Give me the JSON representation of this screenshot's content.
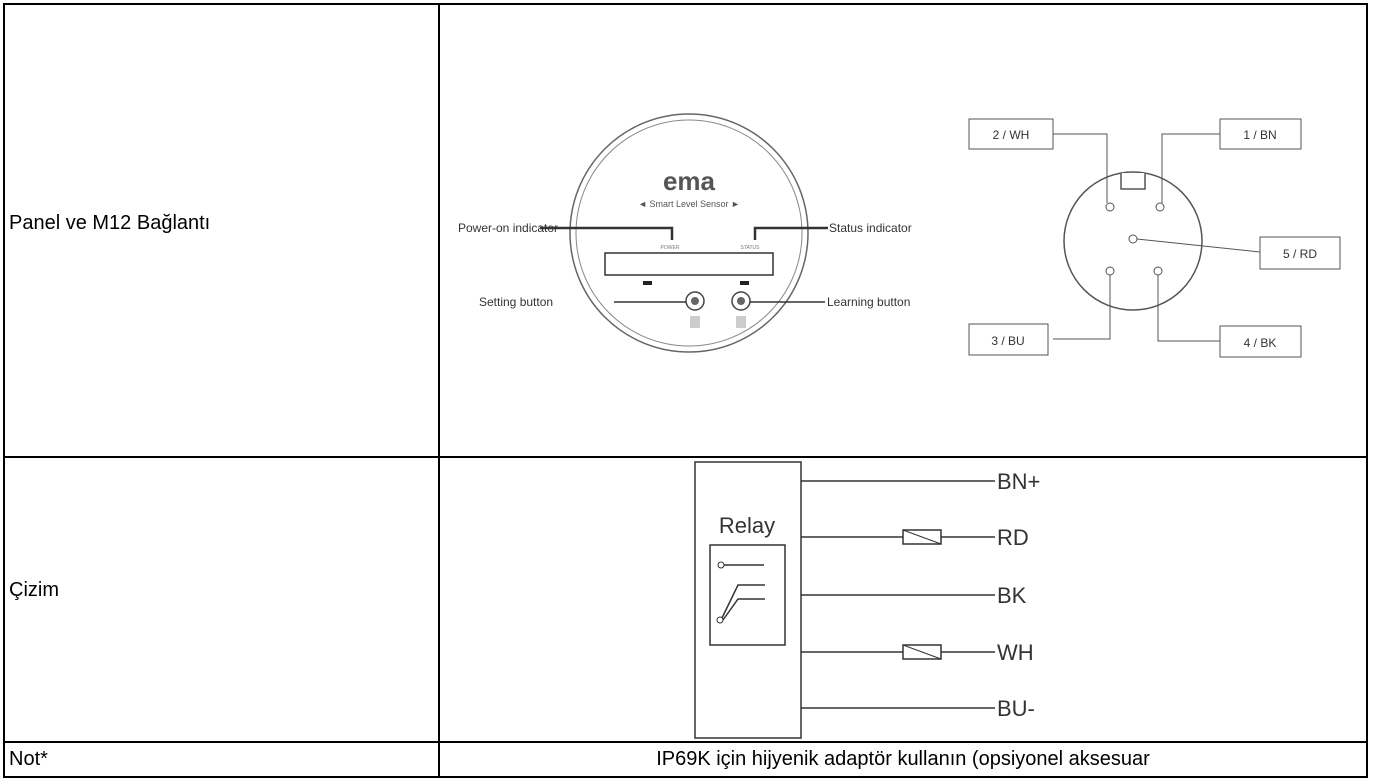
{
  "rows": [
    {
      "label": "Panel ve M12 Bağlantı"
    },
    {
      "label": "Çizim"
    },
    {
      "label": "Not*",
      "value": "IP69K için hijyenik adaptör kullanın (opsiyonel aksesuar"
    }
  ],
  "panel": {
    "brand": "ema",
    "subtitle": "◄ Smart Level Sensor ►",
    "power_on_indicator": "Power-on indicator",
    "status_indicator": "Status indicator",
    "setting_button": "Setting button",
    "learning_button": "Learning button",
    "power_small": "POWER",
    "status_small": "STATUS"
  },
  "m12": {
    "pins": [
      "2 / WH",
      "1 / BN",
      "5 / RD",
      "3 / BU",
      "4 / BK"
    ]
  },
  "wiring": {
    "relay_label": "Relay",
    "lines": [
      "BN+",
      "RD",
      "BK",
      "WH",
      "BU-"
    ]
  }
}
